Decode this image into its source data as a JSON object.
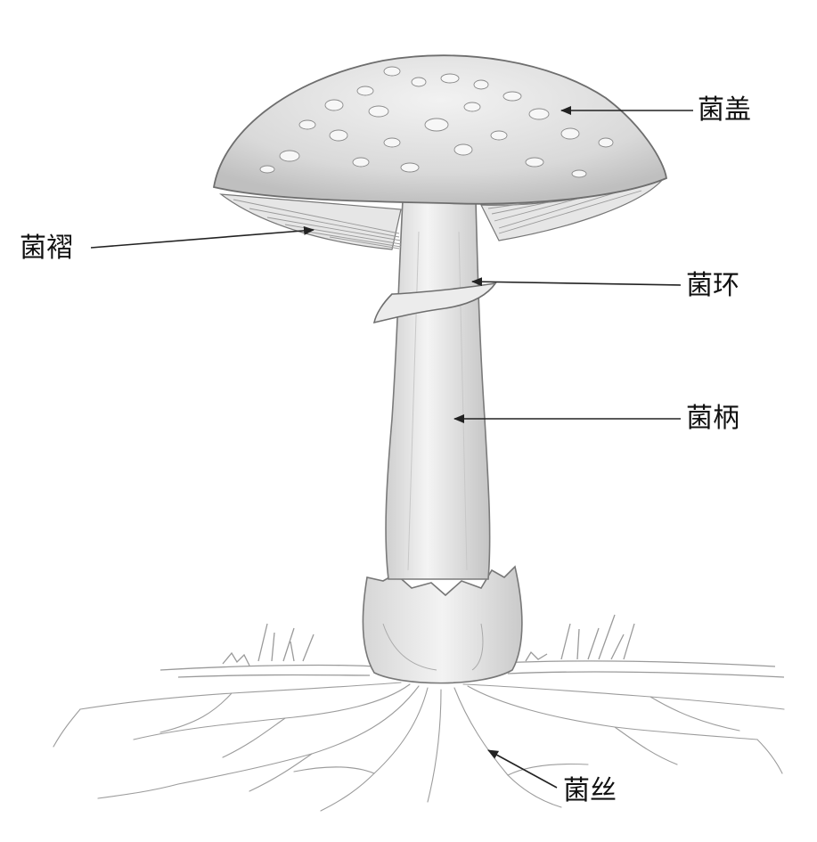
{
  "diagram": {
    "labels": {
      "cap": "菌盖",
      "gills": "菌褶",
      "ring": "菌环",
      "stem": "菌柄",
      "mycelium": "菌丝"
    }
  },
  "colors": {
    "pencil_dark": "#555555",
    "pencil_mid": "#8a8a8a",
    "pencil_light": "#bdbdbd",
    "paper": "#ffffff",
    "label_text": "#111111",
    "arrow": "#222222"
  }
}
